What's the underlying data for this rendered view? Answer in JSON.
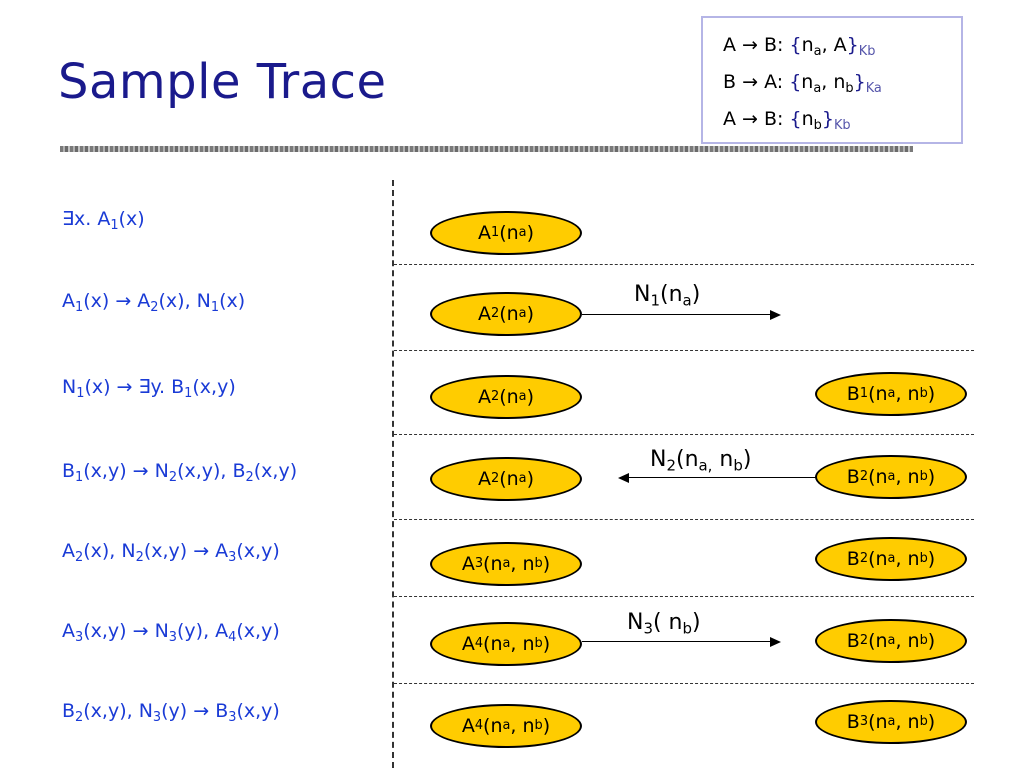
{
  "title": "Sample Trace",
  "protocol": [
    {
      "from": "A",
      "arrow": "→",
      "to": "B:",
      "open": "{",
      "c1": "n",
      "c1s": "a",
      "sep": ",",
      "c2": "A",
      "c2s": "",
      "close": "}",
      "key": "Kb"
    },
    {
      "from": "B",
      "arrow": "→",
      "to": "A:",
      "open": "{",
      "c1": "n",
      "c1s": "a",
      "sep": ",",
      "c2": "n",
      "c2s": "b",
      "close": "}",
      "key": "Ka"
    },
    {
      "from": "A",
      "arrow": "→",
      "to": "B:",
      "open": "{",
      "c1": "n",
      "c1s": "b",
      "sep": "",
      "c2": "",
      "c2s": "",
      "close": "}",
      "key": "Kb"
    }
  ],
  "steps": [
    {
      "p1": "∃x. A",
      "s1": "1",
      "p2": "(x)",
      "s2": "",
      "p3": "",
      "s3": "",
      "p4": "",
      "s4": "",
      "p5": ""
    },
    {
      "p1": "A",
      "s1": "1",
      "p2": "(x) → A",
      "s2": "2",
      "p3": "(x), N",
      "s3": "1",
      "p4": "(x)",
      "s4": "",
      "p5": ""
    },
    {
      "p1": "N",
      "s1": "1",
      "p2": "(x) → ∃y. B",
      "s2": "1",
      "p3": "(x,y)",
      "s3": "",
      "p4": "",
      "s4": "",
      "p5": ""
    },
    {
      "p1": "B",
      "s1": "1",
      "p2": "(x,y) → N",
      "s2": "2",
      "p3": "(x,y), B",
      "s3": "2",
      "p4": "(x,y)",
      "s4": "",
      "p5": ""
    },
    {
      "p1": "A",
      "s1": "2",
      "p2": "(x), N",
      "s2": "2",
      "p3": "(x,y) → A",
      "s3": "3",
      "p4": "(x,y)",
      "s4": "",
      "p5": ""
    },
    {
      "p1": "A",
      "s1": "3",
      "p2": "(x,y) → N",
      "s2": "3",
      "p3": "(y), A",
      "s3": "4",
      "p4": "(x,y)",
      "s4": "",
      "p5": ""
    },
    {
      "p1": "B",
      "s1": "2",
      "p2": "(x,y), N",
      "s2": "3",
      "p3": "(y) → B",
      "s3": "3",
      "p4": "(x,y)",
      "s4": "",
      "p5": ""
    }
  ],
  "left_states": [
    {
      "n": "A",
      "i": "1",
      "o": "(n",
      "a": "a",
      "m": "",
      "b": "",
      "c": ")"
    },
    {
      "n": "A",
      "i": "2",
      "o": "(n",
      "a": "a",
      "m": "",
      "b": "",
      "c": ")"
    },
    {
      "n": "A",
      "i": "2",
      "o": "(n",
      "a": "a",
      "m": "",
      "b": "",
      "c": ")"
    },
    {
      "n": "A",
      "i": "2",
      "o": "(n",
      "a": "a",
      "m": "",
      "b": "",
      "c": ")"
    },
    {
      "n": "A",
      "i": "3",
      "o": "(n",
      "a": "a",
      "m": ", n",
      "b": "b",
      "c": ")"
    },
    {
      "n": "A",
      "i": "4",
      "o": "(n",
      "a": "a",
      "m": ", n",
      "b": "b",
      "c": ")"
    },
    {
      "n": "A",
      "i": "4",
      "o": "(n",
      "a": "a",
      "m": ", n",
      "b": "b",
      "c": ")"
    }
  ],
  "right_states": [
    {
      "n": "B",
      "i": "1",
      "o": "(n",
      "a": "a",
      "m": ", n",
      "b": "b",
      "c": ")"
    },
    {
      "n": "B",
      "i": "2",
      "o": "(n",
      "a": "a",
      "m": ", n",
      "b": "b",
      "c": ")"
    },
    {
      "n": "B",
      "i": "2",
      "o": "(n",
      "a": "a",
      "m": ", n",
      "b": "b",
      "c": ")"
    },
    {
      "n": "B",
      "i": "2",
      "o": "(n",
      "a": "a",
      "m": ", n",
      "b": "b",
      "c": ")"
    },
    {
      "n": "B",
      "i": "3",
      "o": "(n",
      "a": "a",
      "m": ", n",
      "b": "b",
      "c": ")"
    }
  ],
  "messages": [
    {
      "n": "N",
      "i": "1",
      "o": "(n",
      "a": "a",
      "m": "",
      "b": "",
      "c": ")",
      "direction": "right"
    },
    {
      "n": "N",
      "i": "2",
      "o": "(n",
      "a": "a,",
      "m": " n",
      "b": "b",
      "c": ")",
      "direction": "left"
    },
    {
      "n": "N",
      "i": "3",
      "o": "( n",
      "a": "b",
      "m": "",
      "b": "",
      "c": ")",
      "direction": "right"
    }
  ]
}
